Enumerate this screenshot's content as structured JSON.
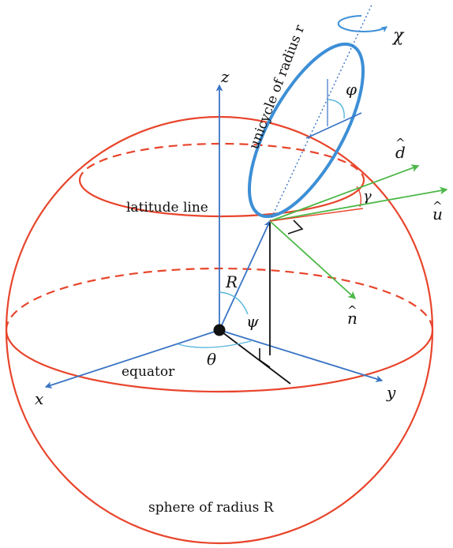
{
  "colors": {
    "sphere": "#e8452c",
    "axis": "#3a74c4",
    "wheel": "#3d8fd6",
    "vector": "#4db848",
    "ink": "#111111",
    "angle_arc": "#58b6dc"
  },
  "labels": {
    "z_axis": "z",
    "x_axis": "x",
    "y_axis": "y",
    "radius_R": "R",
    "psi": "ψ",
    "theta": "θ",
    "phi": "φ",
    "gamma": "γ",
    "chi": "χ",
    "d_hat": "d",
    "u_hat": "u",
    "n_hat": "n",
    "hat_mark": "^",
    "latitude_line": "latitude line",
    "equator": "equator",
    "sphere_caption": "sphere of radius R",
    "unicycle_caption": "unicycle of radius r"
  },
  "icons": {
    "spin": "rotation-arrow-icon"
  }
}
